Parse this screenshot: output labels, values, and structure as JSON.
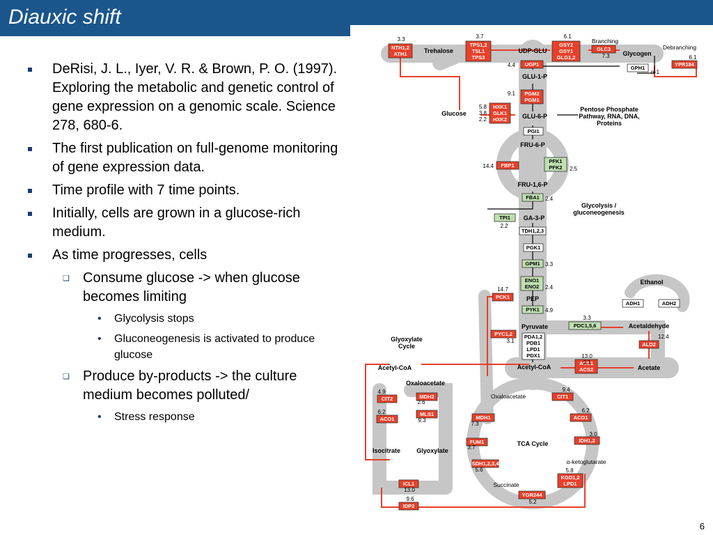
{
  "slide": {
    "title": "Diauxic shift",
    "page_number": "6",
    "bullets": [
      {
        "level": 1,
        "text": "DeRisi, J. L., Iyer, V. R. & Brown, P. O. (1997). Exploring the metabolic and genetic control of gene expression on a genomic scale. Science 278, 680-6."
      },
      {
        "level": 1,
        "text": "The first publication on full-genome monitoring of gene expression data."
      },
      {
        "level": 1,
        "text": "Time profile with 7 time points."
      },
      {
        "level": 1,
        "text": "Initially, cells are grown in a glucose-rich medium."
      },
      {
        "level": 1,
        "text": "As time progresses, cells"
      },
      {
        "level": 2,
        "text": "Consume glucose -> when glucose becomes limiting"
      },
      {
        "level": 3,
        "text": "Glycolysis stops"
      },
      {
        "level": 3,
        "text": "Gluconeogenesis is activated to produce glucose"
      },
      {
        "level": 2,
        "text": "Produce by-products -> the culture medium becomes polluted/"
      },
      {
        "level": 3,
        "text": "Stress response"
      }
    ]
  },
  "diagram": {
    "colors": {
      "induced": "#e8402a",
      "repressed": "#bfe0b0",
      "neutral": "#ffffff",
      "pathway": "#c6c6c6"
    },
    "metabolites": {
      "trehalose": "Trehalose",
      "udp_glu": "UDP-GLU",
      "glycogen": "Glycogen",
      "glu_1_p": "GLU-1-P",
      "glucose": "Glucose",
      "glu_6_p": "GLU-6-P",
      "pentose": "Pentose Phosphate\nPathway, RNA, DNA,\nProteins",
      "fru_6_p": "FRU-6-P",
      "fru_16_p": "FRU-1,6-P",
      "ga_3_p": "GA-3-P",
      "glycolysis": "Glycolysis /\ngluconeogenesis",
      "pep": "PEP",
      "ethanol": "Ethanol",
      "pyruvate": "Pyruvate",
      "acetaldehyde": "Acetaldehyde",
      "glyoxylate_cycle": "Glyoxylate\nCycle",
      "acetyl_coa_left": "Acetyl-CoA",
      "acetyl_coa": "Acetyl-CoA",
      "acetate": "Acetate",
      "oxaloacetate_glyox": "Oxaloacetate",
      "oxaloacetate_tca": "Oxaloacetate",
      "tca_cycle": "TCA Cycle",
      "isocitrate": "Isocitrate",
      "glyoxylate": "Glyoxylate",
      "akg": "α-ketoglutarate",
      "succinate": "Succinate",
      "branching": "Branching",
      "debranching": "Debranching",
      "n1": "n-1"
    },
    "genes": [
      {
        "id": "NTH12",
        "label": "NTH1,2\nATH1",
        "state": "induced",
        "value": "3.3"
      },
      {
        "id": "TPS",
        "label": "TPS1,2\nTSL1\nTPS3",
        "state": "induced",
        "value": "3.7"
      },
      {
        "id": "GSY",
        "label": "GSY2\nGSY1\nGLG1,2",
        "state": "induced",
        "value": "6.1"
      },
      {
        "id": "GLC3",
        "label": "GLC3",
        "state": "induced",
        "value": "7.3"
      },
      {
        "id": "GPH1",
        "label": "GPH1",
        "state": "neutral",
        "value": ""
      },
      {
        "id": "YPR184",
        "label": "YPR184",
        "state": "induced",
        "value": "6.1"
      },
      {
        "id": "UGP1",
        "label": "UGP1",
        "state": "induced",
        "value": "4.4"
      },
      {
        "id": "PGM2",
        "label": "PGM2\nPGM1",
        "state": "induced",
        "value": "9.1"
      },
      {
        "id": "HXK",
        "label": "HXK1\nGLK1\nHXK2",
        "state": "induced",
        "value": "5.8\n3.8\n2.2"
      },
      {
        "id": "PGI1",
        "label": "PGI1",
        "state": "neutral",
        "value": ""
      },
      {
        "id": "FBP1",
        "label": "FBP1",
        "state": "induced",
        "value": "14.4"
      },
      {
        "id": "PFK",
        "label": "PFK1\nPFK2",
        "state": "repressed",
        "value": "2.5"
      },
      {
        "id": "FBA1",
        "label": "FBA1",
        "state": "repressed",
        "value": "2.4"
      },
      {
        "id": "TPI1",
        "label": "TPI1",
        "state": "repressed",
        "value": "2.2"
      },
      {
        "id": "TDH",
        "label": "TDH1,2,3",
        "state": "neutral",
        "value": ""
      },
      {
        "id": "PGK1",
        "label": "PGK1",
        "state": "neutral",
        "value": ""
      },
      {
        "id": "GPM1",
        "label": "GPM1",
        "state": "repressed",
        "value": "3.3"
      },
      {
        "id": "ENO",
        "label": "ENO1\nENO2",
        "state": "repressed",
        "value": "2.4"
      },
      {
        "id": "PCK1",
        "label": "PCK1",
        "state": "induced",
        "value": "14.7"
      },
      {
        "id": "PYK1",
        "label": "PYK1",
        "state": "repressed",
        "value": "4.9"
      },
      {
        "id": "ADH1",
        "label": "ADH1",
        "state": "neutral",
        "value": ""
      },
      {
        "id": "ADH2",
        "label": "ADH2",
        "state": "neutral",
        "value": ""
      },
      {
        "id": "PYC",
        "label": "PYC1,2",
        "state": "induced",
        "value": "3.1"
      },
      {
        "id": "PDA",
        "label": "PDA1,2\nPDB1\nLPD1\nPDX1",
        "state": "neutral",
        "value": ""
      },
      {
        "id": "PDC",
        "label": "PDC1,5,6",
        "state": "repressed",
        "value": "3.3"
      },
      {
        "id": "ALD2",
        "label": "ALD2",
        "state": "induced",
        "value": "12.4"
      },
      {
        "id": "ACS",
        "label": "ACS1\nACS2",
        "state": "induced",
        "value": "13.0\n2.1"
      },
      {
        "id": "CIT2",
        "label": "CIT2",
        "state": "induced",
        "value": "4.9"
      },
      {
        "id": "MDH2",
        "label": "MDH2",
        "state": "induced",
        "value": "2.6"
      },
      {
        "id": "ACO1L",
        "label": "ACO1",
        "state": "induced",
        "value": "6.2"
      },
      {
        "id": "MLS1",
        "label": "MLS1",
        "state": "induced",
        "value": "9.3"
      },
      {
        "id": "CIT1",
        "label": "CIT1",
        "state": "induced",
        "value": "9.4"
      },
      {
        "id": "MDH1",
        "label": "MDH1",
        "state": "induced",
        "value": "7.3"
      },
      {
        "id": "ACO1R",
        "label": "ACO1",
        "state": "induced",
        "value": "6.2"
      },
      {
        "id": "FUM1",
        "label": "FUM1",
        "state": "induced",
        "value": "3.7"
      },
      {
        "id": "IDH",
        "label": "IDH1,2",
        "state": "induced",
        "value": "3.0"
      },
      {
        "id": "SDH",
        "label": "SDH1,2,3,4",
        "state": "induced",
        "value": "5.6"
      },
      {
        "id": "KGD",
        "label": "KGD1,2\nLPD1",
        "state": "induced",
        "value": "5.8"
      },
      {
        "id": "ICL1",
        "label": "ICL1",
        "state": "induced",
        "value": "13.0"
      },
      {
        "id": "YGR244",
        "label": "YGR244",
        "state": "induced",
        "value": "5.2"
      },
      {
        "id": "IDP2",
        "label": "IDP2",
        "state": "induced",
        "value": "9.6"
      }
    ]
  }
}
